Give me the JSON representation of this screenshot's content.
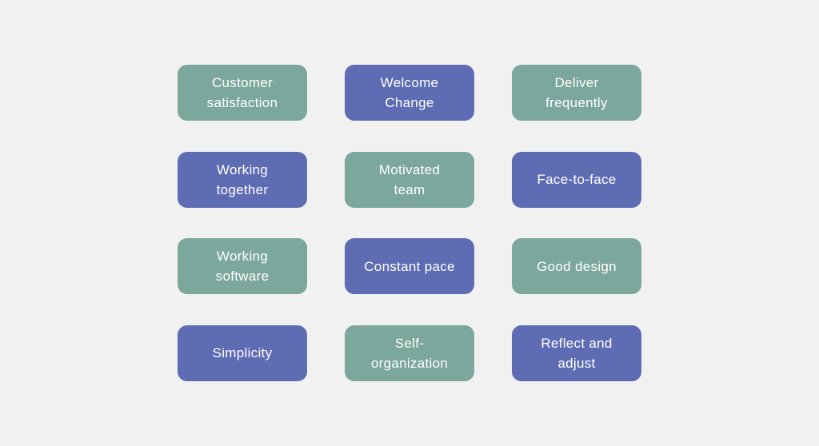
{
  "canvas": {
    "background": "#F1F1F2"
  },
  "palette": {
    "green": "#7CA79C",
    "purple": "#5E6CB3",
    "text": "#FFFFFF"
  },
  "cards": [
    {
      "label": "Customer\nsatisfaction",
      "color": "#7CA79C"
    },
    {
      "label": "Welcome\nChange",
      "color": "#5E6CB3"
    },
    {
      "label": "Deliver\nfrequently",
      "color": "#7CA79C"
    },
    {
      "label": "Working\ntogether",
      "color": "#5E6CB3"
    },
    {
      "label": "Motivated\nteam",
      "color": "#7CA79C"
    },
    {
      "label": "Face-to-face",
      "color": "#5E6CB3"
    },
    {
      "label": "Working\nsoftware",
      "color": "#7CA79C"
    },
    {
      "label": "Constant pace",
      "color": "#5E6CB3"
    },
    {
      "label": "Good design",
      "color": "#7CA79C"
    },
    {
      "label": "Simplicity",
      "color": "#5E6CB3"
    },
    {
      "label": "Self-\norganization",
      "color": "#7CA79C"
    },
    {
      "label": "Reflect and\nadjust",
      "color": "#5E6CB3"
    }
  ]
}
